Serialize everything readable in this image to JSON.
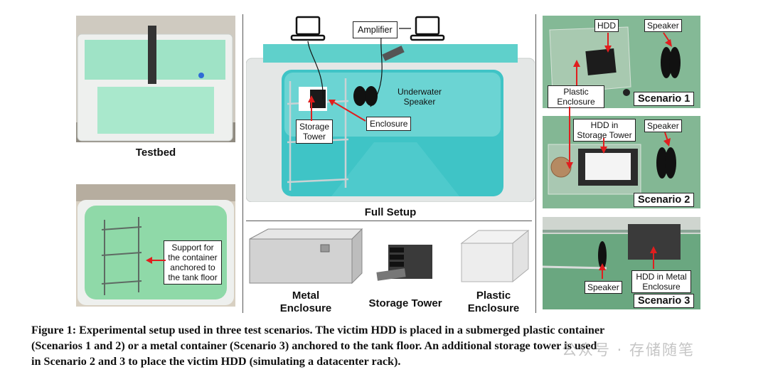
{
  "left": {
    "testbed_label": "Testbed",
    "support_label": "Support for\nthe container\nanchored to\nthe tank floor"
  },
  "middle": {
    "amplifier": "Amplifier",
    "underwater_speaker": "Underwater\nSpeaker",
    "storage_tower_tag": "Storage\nTower",
    "enclosure_tag": "Enclosure",
    "full_setup_label": "Full Setup",
    "metal_enclosure": "Metal\nEnclosure",
    "storage_tower": "Storage Tower",
    "plastic_enclosure": "Plastic\nEnclosure"
  },
  "right": {
    "s1_hdd": "HDD",
    "s1_speaker": "Speaker",
    "plastic_enclosure": "Plastic\nEnclosure",
    "scenario1": "Scenario 1",
    "s2_hdd": "HDD in\nStorage Tower",
    "s2_speaker": "Speaker",
    "scenario2": "Scenario 2",
    "s3_speaker": "Speaker",
    "s3_hdd": "HDD in Metal\nEnclosure",
    "scenario3": "Scenario 3"
  },
  "caption": {
    "line1": "Figure 1: Experimental setup used in three test scenarios. The victim HDD is placed in a submerged plastic container",
    "line2": "(Scenarios 1 and 2) or a metal container (Scenario 3) anchored to the tank floor. An additional storage tower is used",
    "line3": "in Scenario 2 and 3 to place the victim HDD (simulating a datacenter rack)."
  },
  "watermark": "公众号 · 存储随笔",
  "colors": {
    "water": "#7fd8cf",
    "water_deep": "#3fbfbf",
    "tank_white": "#e9eceb",
    "arrow_red": "#e01e1e",
    "lab_green": "#5fa88a"
  }
}
